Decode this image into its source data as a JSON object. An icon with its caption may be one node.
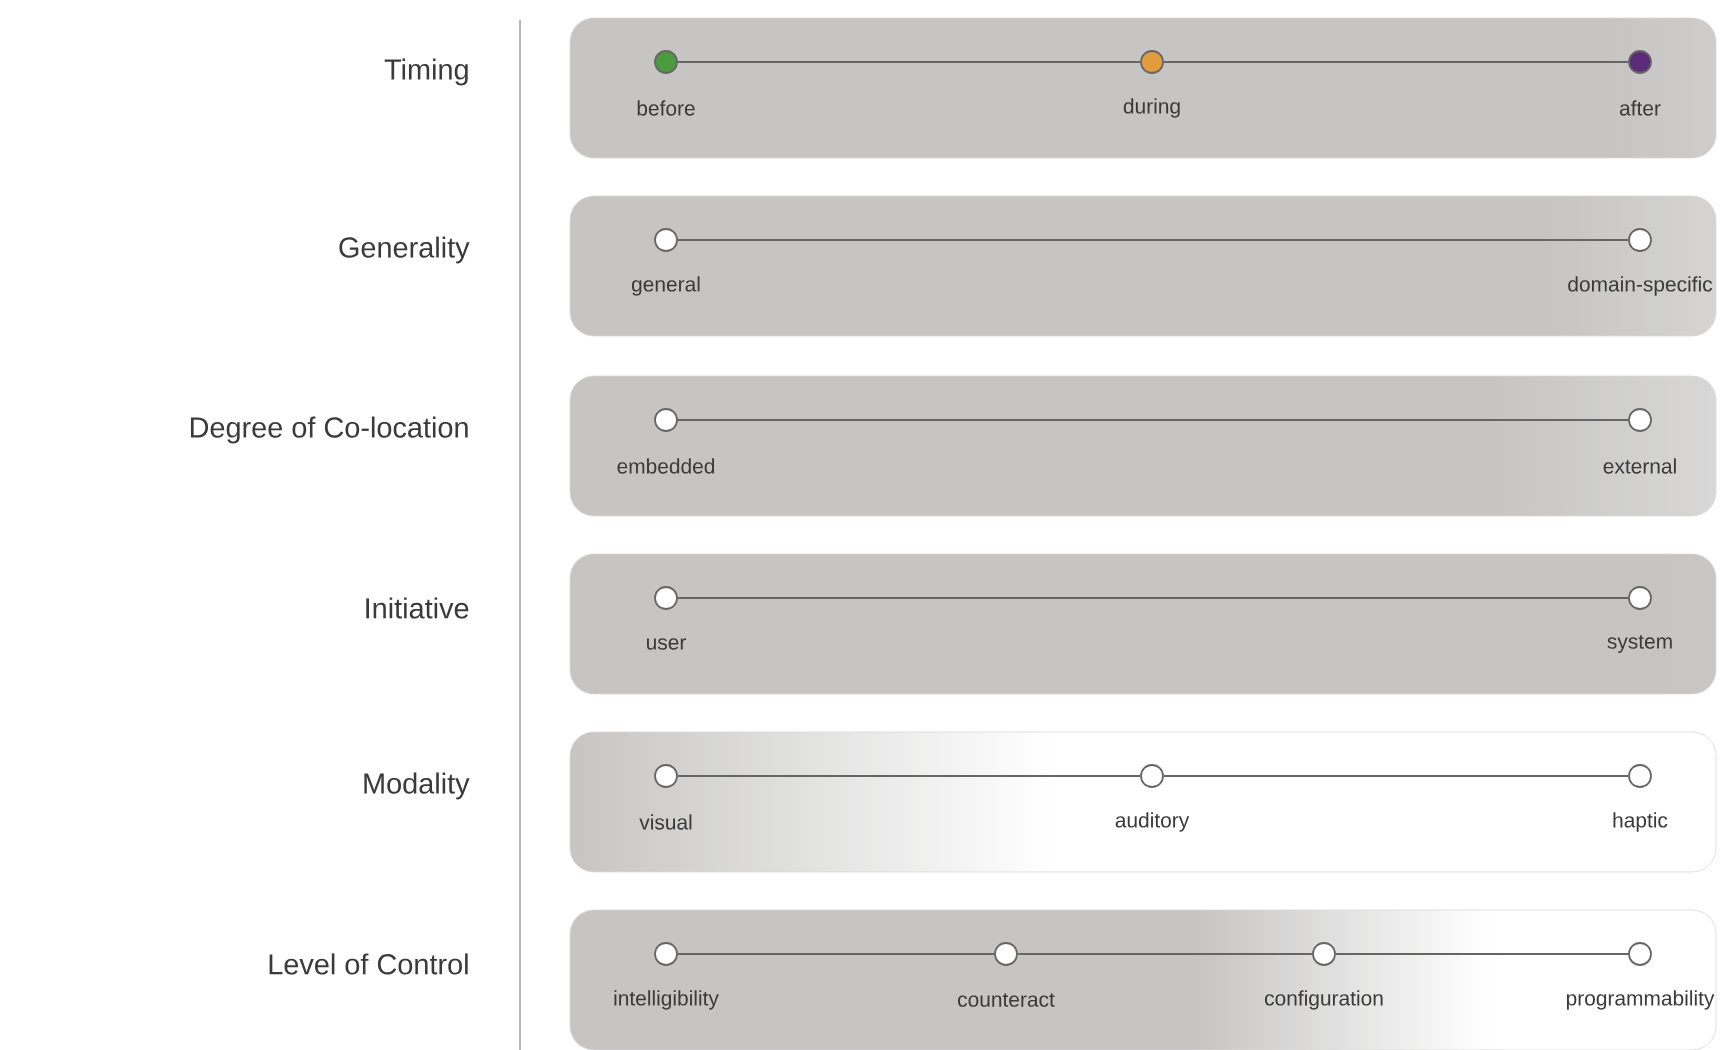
{
  "diagram": {
    "nodes": [
      {
        "text": [
          "Timing"
        ]
      },
      {
        "text": [],
        "shape": "circle",
        "in": 0,
        "beside": [
          "before"
        ]
      },
      {
        "text": [],
        "shape": "circle",
        "in": 0,
        "beside": [
          "during"
        ]
      },
      {
        "text": [],
        "shape": "circle",
        "in": 0,
        "beside": [
          "after"
        ]
      },
      {
        "text": [
          "Generality"
        ]
      },
      {
        "text": [],
        "shape": "circle",
        "in": 4,
        "beside": [
          "general"
        ]
      },
      {
        "text": [],
        "shape": "circle",
        "in": 4,
        "beside": [
          "domain-specific"
        ]
      },
      {
        "text": [
          "Degree of Co-location"
        ]
      },
      {
        "text": [],
        "shape": "circle",
        "in": 7,
        "beside": [
          "embedded"
        ]
      },
      {
        "text": [],
        "shape": "circle",
        "in": 7,
        "beside": [
          "external"
        ]
      },
      {
        "text": [
          "Initiative"
        ]
      },
      {
        "text": [],
        "shape": "circle",
        "in": 10,
        "beside": [
          "user"
        ]
      },
      {
        "text": [],
        "shape": "circle",
        "in": 10,
        "beside": [
          "system"
        ]
      },
      {
        "text": [
          "Modality"
        ]
      },
      {
        "text": [],
        "shape": "circle",
        "in": 13,
        "beside": [
          "visual"
        ]
      },
      {
        "text": [],
        "shape": "circle",
        "in": 13,
        "beside": [
          "auditory"
        ]
      },
      {
        "text": [],
        "shape": "circle",
        "in": 13,
        "beside": [
          "haptic"
        ]
      },
      {
        "text": [
          "Level of Control"
        ]
      },
      {
        "text": [],
        "shape": "circle",
        "in": 17,
        "beside": [
          "intelligibility"
        ]
      },
      {
        "text": [],
        "shape": "circle",
        "in": 17,
        "beside": [
          "counteract"
        ]
      },
      {
        "text": [],
        "shape": "circle",
        "in": 17,
        "beside": [
          "configuration"
        ]
      },
      {
        "text": [],
        "shape": "circle",
        "in": 17,
        "beside": [
          "programmability"
        ]
      }
    ],
    "edges": [
      {
        "from": 1,
        "to": 2,
        "arrow": "none"
      },
      {
        "from": 2,
        "to": 3,
        "arrow": "none"
      },
      {
        "from": 5,
        "to": 6,
        "arrow": "none"
      },
      {
        "from": 8,
        "to": 9,
        "arrow": "none"
      },
      {
        "from": 11,
        "to": 12,
        "arrow": "none"
      },
      {
        "from": 14,
        "to": 15,
        "arrow": "none"
      },
      {
        "from": 15,
        "to": 16,
        "arrow": "none"
      },
      {
        "from": 18,
        "to": 19,
        "arrow": "none"
      },
      {
        "from": 19,
        "to": 20,
        "arrow": "none"
      },
      {
        "from": 20,
        "to": 21,
        "arrow": "none"
      }
    ]
  }
}
